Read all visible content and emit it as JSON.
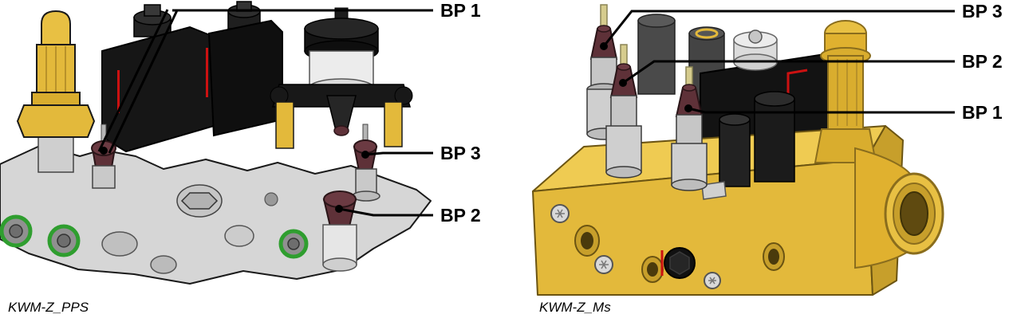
{
  "figures": [
    {
      "caption": "KWM-Z_PPS",
      "callouts": [
        {
          "label": "BP 1"
        },
        {
          "label": "BP 3"
        },
        {
          "label": "BP 2"
        }
      ]
    },
    {
      "caption": "KWM-Z_Ms",
      "callouts": [
        {
          "label": "BP 3"
        },
        {
          "label": "BP 2"
        },
        {
          "label": "BP 1"
        }
      ]
    }
  ],
  "colors": {
    "label_text": "#000000",
    "leader_line": "#000000",
    "brass_yellow": "#E3B93B",
    "brass_yellow_light": "#EFCB52",
    "brass_yellow_dark": "#C79F2B",
    "sensor_maroon": "#5E3138",
    "sensor_pin_beige": "#D6CC8E",
    "block_gray": "#D6D6D6",
    "solenoid_black": "#161616",
    "accent_red": "#CC1111",
    "oring_green": "#35A835"
  }
}
